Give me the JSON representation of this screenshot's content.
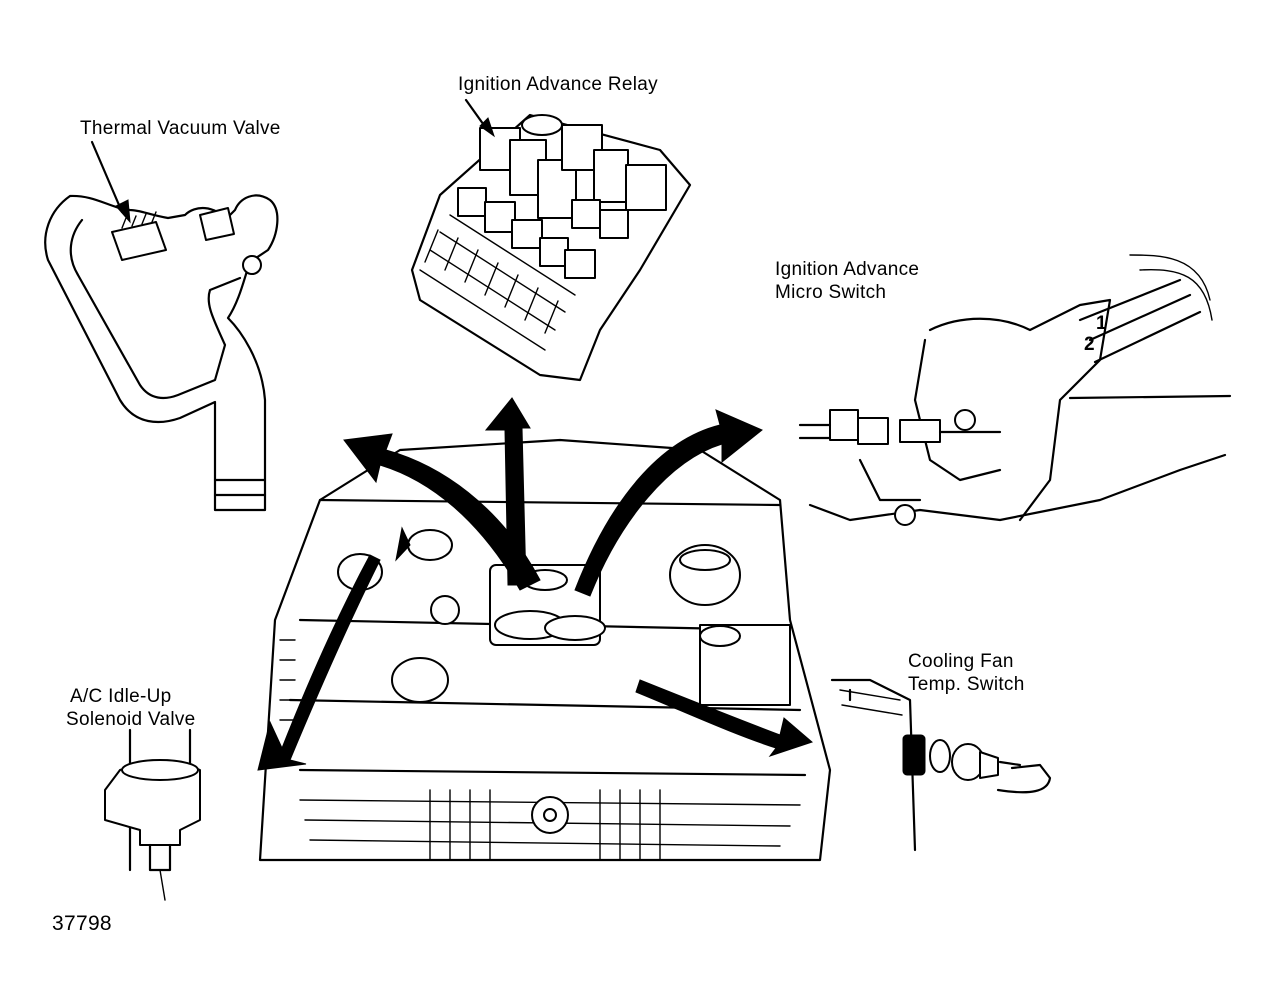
{
  "labels": {
    "thermal_vacuum_valve": "Thermal Vacuum Valve",
    "ignition_advance_relay": "Ignition Advance Relay",
    "ignition_advance_micro_switch_line1": "Ignition Advance",
    "ignition_advance_micro_switch_line2": "Micro Switch",
    "ac_idle_up_line1": "A/C Idle-Up",
    "ac_idle_up_line2": "Solenoid Valve",
    "cooling_fan_line1": "Cooling Fan",
    "cooling_fan_line2": "Temp. Switch",
    "switch_marker_1": "1",
    "switch_marker_2": "2"
  },
  "figure_number": "37798",
  "colors": {
    "ink": "#000000",
    "paper": "#ffffff"
  }
}
